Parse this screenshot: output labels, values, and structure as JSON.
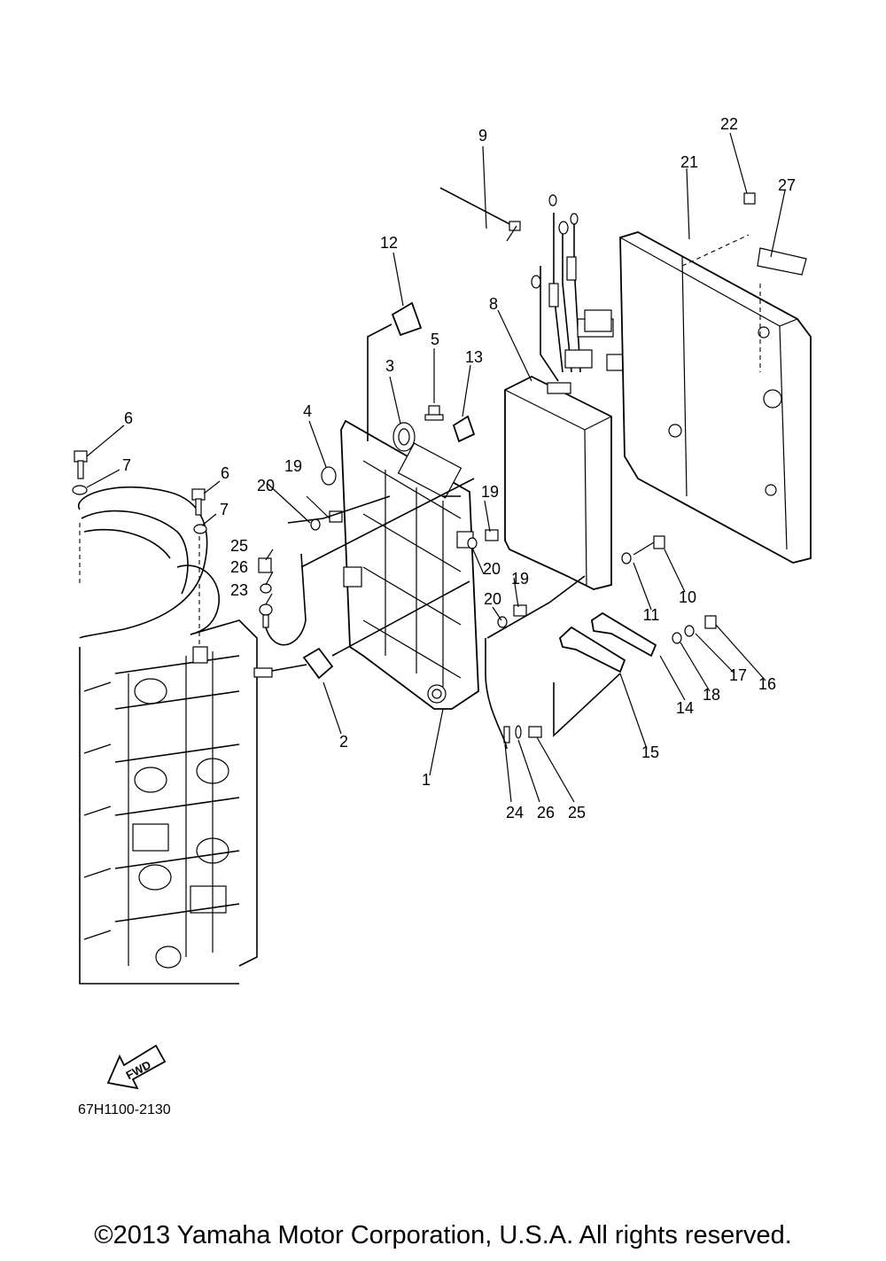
{
  "callouts": [
    "1",
    "2",
    "3",
    "4",
    "5",
    "6",
    "6",
    "7",
    "7",
    "8",
    "9",
    "10",
    "11",
    "12",
    "13",
    "14",
    "15",
    "16",
    "17",
    "18",
    "19",
    "19",
    "19",
    "20",
    "20",
    "20",
    "21",
    "22",
    "23",
    "24",
    "25",
    "25",
    "26",
    "26",
    "27"
  ],
  "drawing_code": "67H1100-2130",
  "fwd_label": "FWD",
  "copyright": "©2013 Yamaha Motor Corporation, U.S.A. All rights reserved."
}
